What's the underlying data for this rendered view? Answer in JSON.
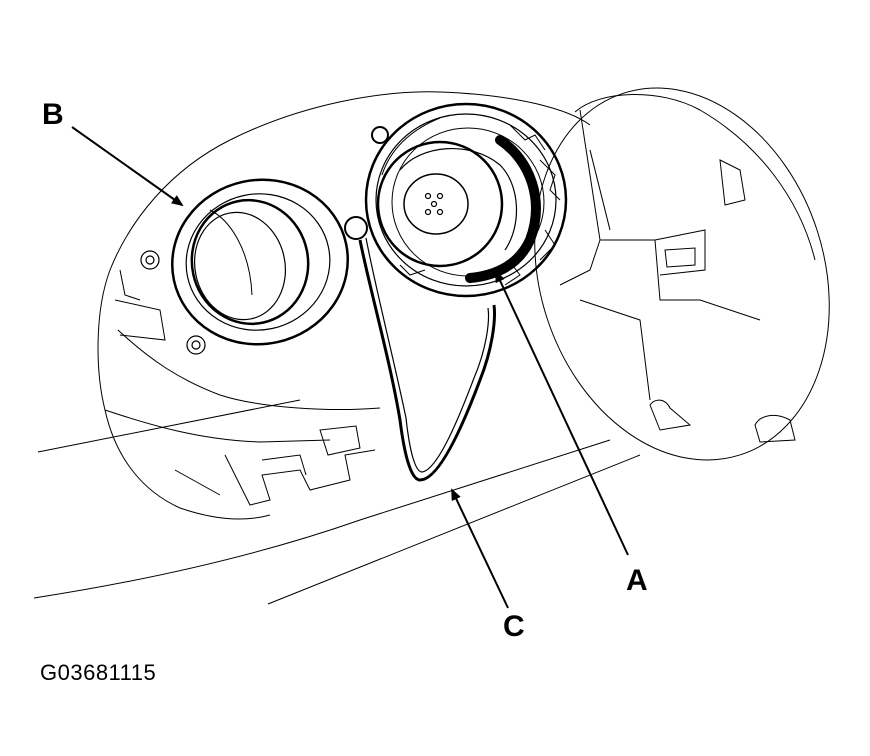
{
  "labels": {
    "a": "A",
    "b": "B",
    "c": "C"
  },
  "figure_code": "G03681115",
  "colors": {
    "line": "#000000",
    "background": "#ffffff"
  }
}
